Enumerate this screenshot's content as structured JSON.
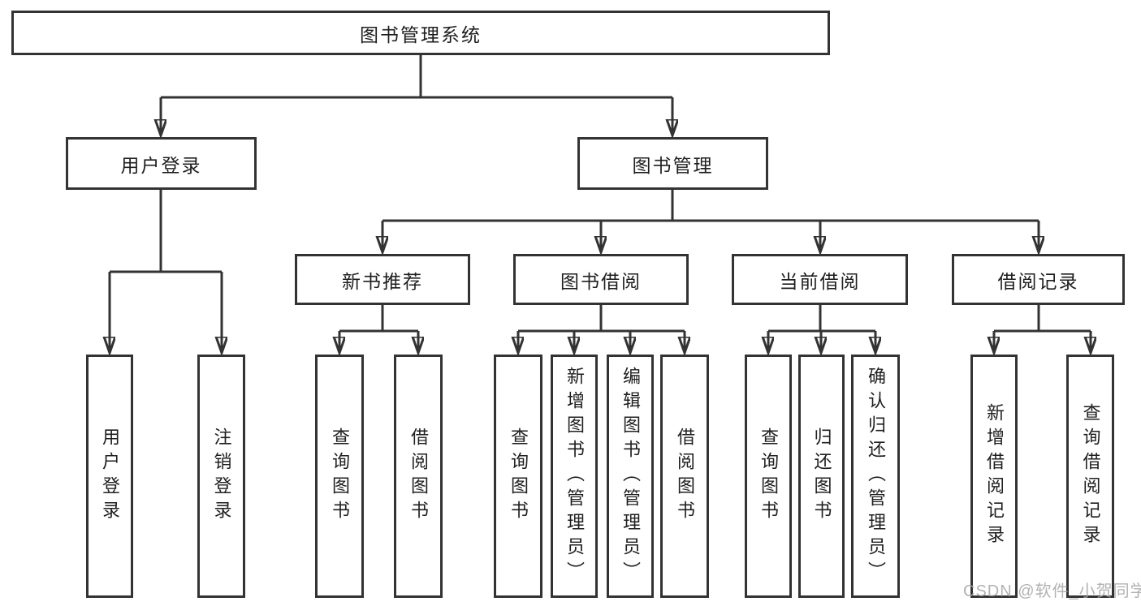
{
  "diagram": {
    "root_label": "图书管理系统",
    "nodes": {
      "user_login": "用户登录",
      "book_management": "图书管理",
      "new_books": "新书推荐",
      "book_borrow": "图书借阅",
      "current_borrow": "当前借阅",
      "borrow_records": "借阅记录"
    },
    "leaves": {
      "user_login": [
        "用户登录",
        "注销登录"
      ],
      "new_books": [
        "查询图书",
        "借阅图书"
      ],
      "book_borrow": [
        "查询图书",
        "新增图书（管理员）",
        "编辑图书（管理员）",
        "借阅图书"
      ],
      "current_borrow": [
        "查询图书",
        "归还图书",
        "确认归还（管理员）"
      ],
      "borrow_records": [
        "新增借阅记录",
        "查询借阅记录"
      ]
    }
  },
  "watermark": "CSDN @软件_小贺同学",
  "colors": {
    "line": "#333333",
    "text": "#1f1f1f",
    "watermark": "#a5a5a5",
    "background": "#ffffff"
  }
}
